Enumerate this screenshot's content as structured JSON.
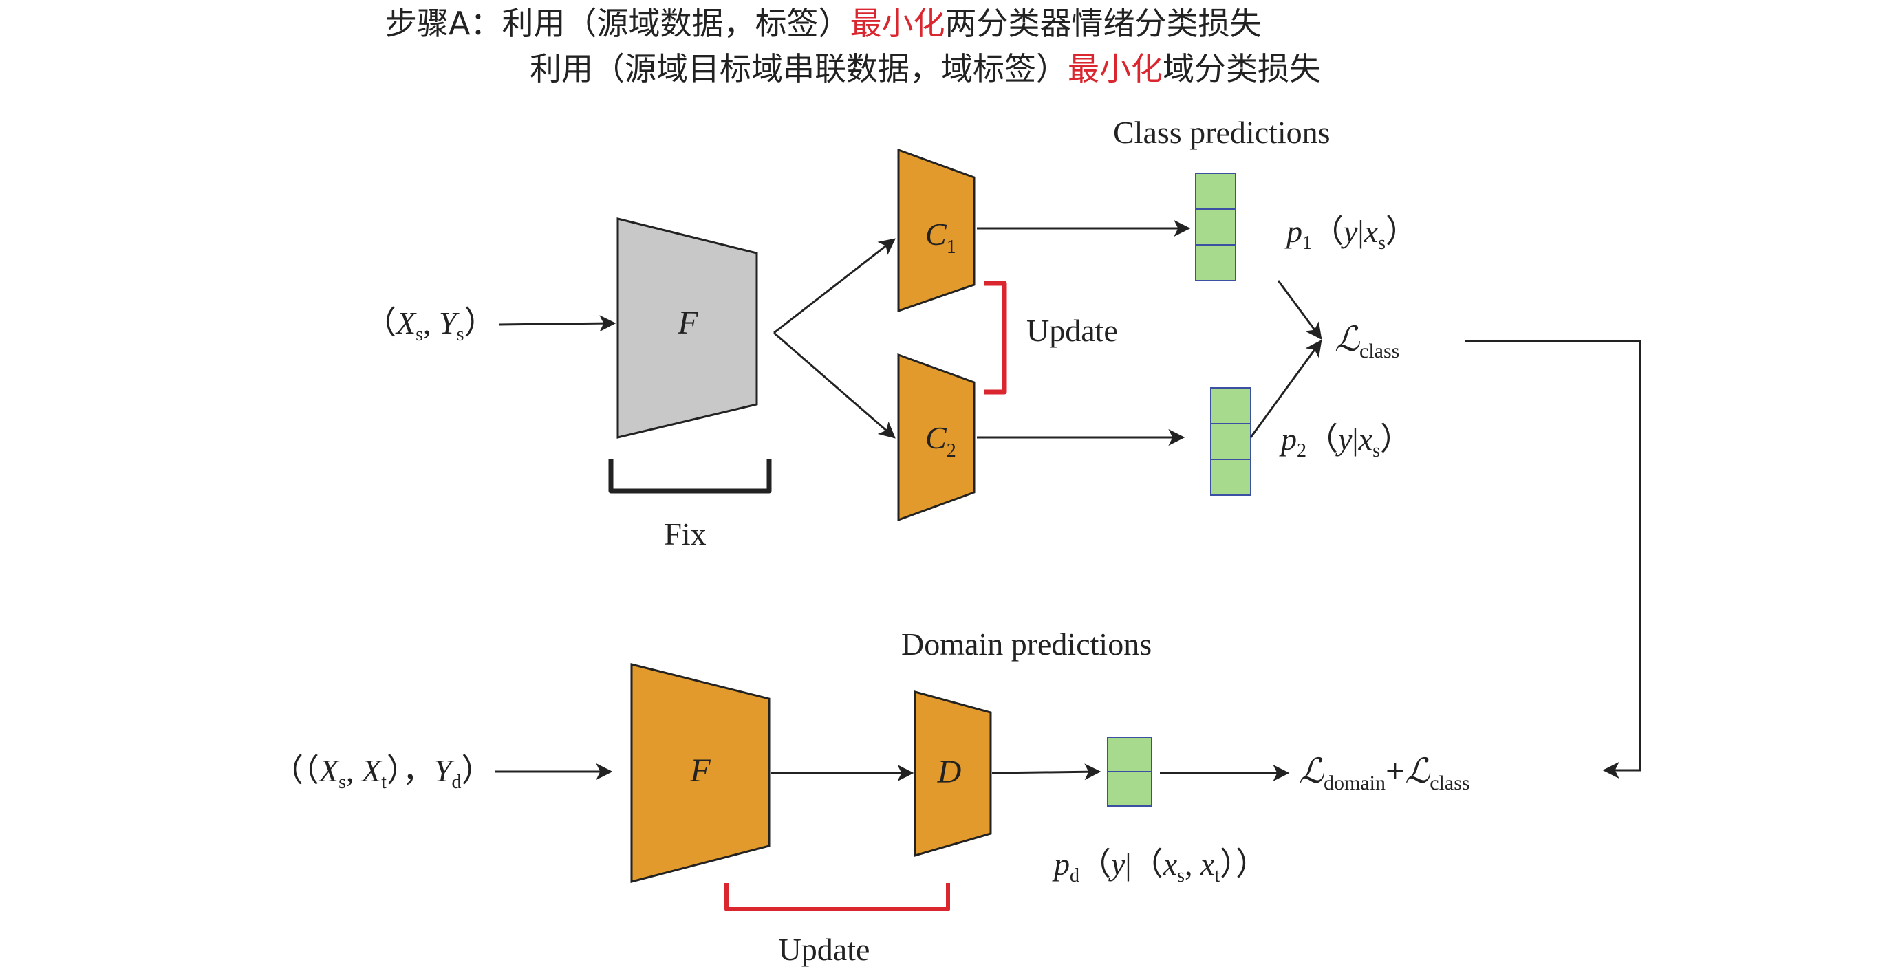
{
  "header": {
    "line1_prefix": "步骤A：利用（源域数据，标签）",
    "line1_highlight": "最小化",
    "line1_suffix": "两分类器情绪分类损失",
    "line2_prefix": "利用（源域目标域串联数据，域标签）",
    "line2_highlight": "最小化",
    "line2_suffix": "域分类损失"
  },
  "top": {
    "input_label": "（Xs, Ys）",
    "input_open": "（",
    "input_x": "X",
    "input_x_sub": "s",
    "input_sep": ", ",
    "input_y": "Y",
    "input_y_sub": "s",
    "input_close": "）",
    "feature_label": "F",
    "fix_label": "Fix",
    "c1_label": "C",
    "c1_sub": "1",
    "c2_label": "C",
    "c2_sub": "2",
    "update_label": "Update",
    "class_predictions_label": "Class predictions",
    "p1_label": "p1（y|xs）",
    "p1_p": "p",
    "p1_sub": "1",
    "p1_open": "（",
    "p1_y": "y",
    "p1_bar": "|",
    "p1_x": "x",
    "p1_x_sub": "s",
    "p1_close": "）",
    "p2_label": "p2（y|xs）",
    "p2_p": "p",
    "p2_sub": "2",
    "p2_open": "（",
    "p2_y": "y",
    "p2_bar": "|",
    "p2_x": "x",
    "p2_x_sub": "s",
    "p2_close": "）",
    "loss_label": "ℒclass",
    "loss_L": "ℒ",
    "loss_sub": "class"
  },
  "bottom": {
    "input_label": "（（Xs, Xt），Yd）",
    "input_open": "（（",
    "input_x1": "X",
    "input_x1_sub": "s",
    "input_sep": ", ",
    "input_x2": "X",
    "input_x2_sub": "t",
    "input_mid": "），",
    "input_y": "Y",
    "input_y_sub": "d",
    "input_close": "）",
    "feature_label": "F",
    "discriminator_label": "D",
    "update_label": "Update",
    "domain_predictions_label": "Domain predictions",
    "pd_label": "pd（y|（xs, xt））",
    "pd_p": "p",
    "pd_sub": "d",
    "pd_open": "（",
    "pd_y": "y",
    "pd_bar": "|（",
    "pd_x1": "x",
    "pd_x1_sub": "s",
    "pd_sep": ", ",
    "pd_x2": "x",
    "pd_x2_sub": "t",
    "pd_close": "））",
    "loss_label": "ℒdomain+ℒclass",
    "loss_L1": "ℒ",
    "loss_sub1": "domain",
    "loss_plus": "+",
    "loss_L2": "ℒ",
    "loss_sub2": "class"
  },
  "colors": {
    "orange": "#E39A2C",
    "gray": "#C8C8C8",
    "green": "#A8DA8E",
    "cell_border": "#3B4FA3",
    "red": "#D9262F",
    "stroke": "#222222"
  }
}
